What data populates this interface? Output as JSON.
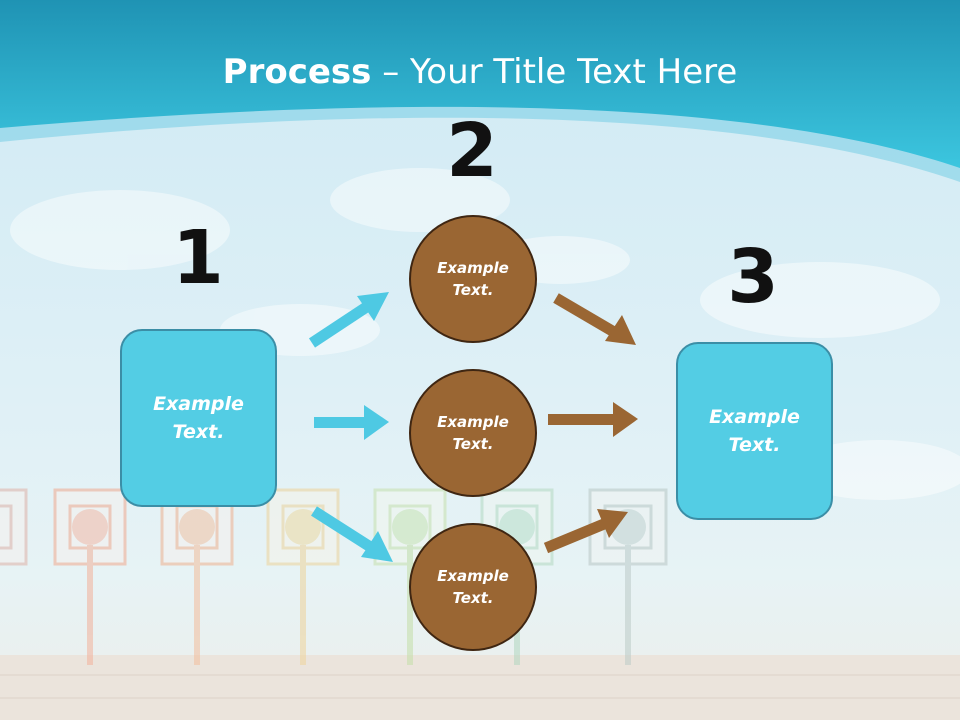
{
  "title": {
    "strong": "Process",
    "separator": " – ",
    "rest": "Your Title Text Here"
  },
  "steps": [
    {
      "number": "1",
      "text": "Example Text."
    },
    {
      "number": "2",
      "items": [
        "Example Text.",
        "Example Text.",
        "Example Text."
      ]
    },
    {
      "number": "3",
      "text": "Example Text."
    }
  ],
  "colors": {
    "header": "#2aaecb",
    "box": "#53cde4",
    "circle": "#9a6633",
    "arrow_blue": "#4ec9e3",
    "arrow_brown": "#9a6633"
  }
}
